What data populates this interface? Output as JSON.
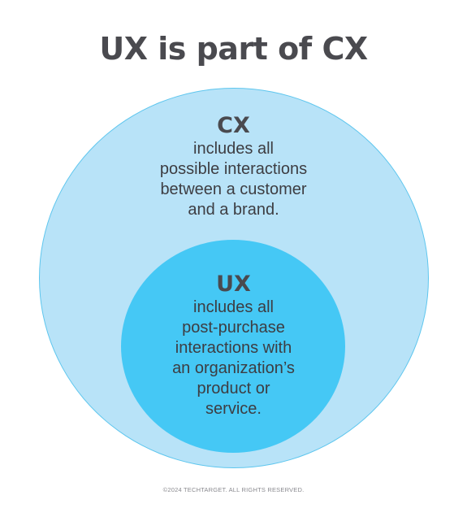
{
  "title": "UX is part of CX",
  "outer": {
    "heading": "CX",
    "lines": [
      "includes all",
      "possible interactions",
      "between a customer",
      "and a brand."
    ],
    "color": "#b8e3f8"
  },
  "inner": {
    "heading": "UX",
    "lines": [
      "includes all",
      "post-purchase",
      "interactions with",
      "an organization’s",
      "product or",
      "service."
    ],
    "color": "#45c8f5"
  },
  "copyright": "©2024 TECHTARGET. ALL RIGHTS RESERVED."
}
